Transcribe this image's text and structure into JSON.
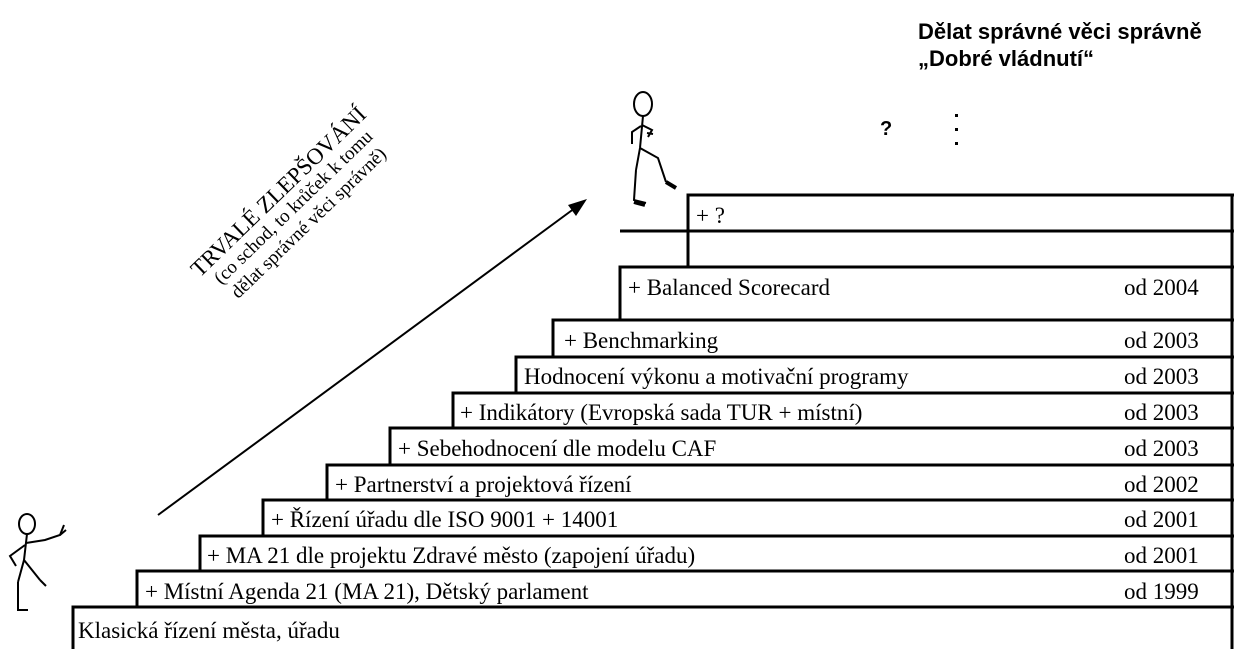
{
  "goal": {
    "title": "Dělat správné věci správně „Dobré vládnutí“",
    "question": "?"
  },
  "arrow_caption": {
    "line1": "TRVALÉ ZLEPŠOVÁNÍ",
    "line2": "(co schod, to krůček k tomu",
    "line3": "dělat správné věci správně)"
  },
  "steps": [
    {
      "label": "Klasická řízení města, úřadu",
      "year": ""
    },
    {
      "label": "+ Místní Agenda 21 (MA 21), Dětský parlament",
      "year": "od 1999"
    },
    {
      "label": "+ MA 21 dle projektu Zdravé město (zapojení úřadu)",
      "year": "od 2001"
    },
    {
      "label": "+ Řízení úřadu dle ISO 9001 + 14001",
      "year": "od 2001"
    },
    {
      "label": "+ Partnerství a projektová řízení",
      "year": "od 2002"
    },
    {
      "label": "+ Sebehodnocení dle modelu CAF",
      "year": "od 2003"
    },
    {
      "label": "+ Indikátory (Evropská sada TUR + místní)",
      "year": "od 2003"
    },
    {
      "label": "Hodnocení výkonu a motivační programy",
      "year": "od 2003"
    },
    {
      "label": "+ Benchmarking",
      "year": "od 2003"
    },
    {
      "label": "+ Balanced Scorecard",
      "year": "od 2004"
    },
    {
      "label": "+ ?",
      "year": ""
    }
  ]
}
